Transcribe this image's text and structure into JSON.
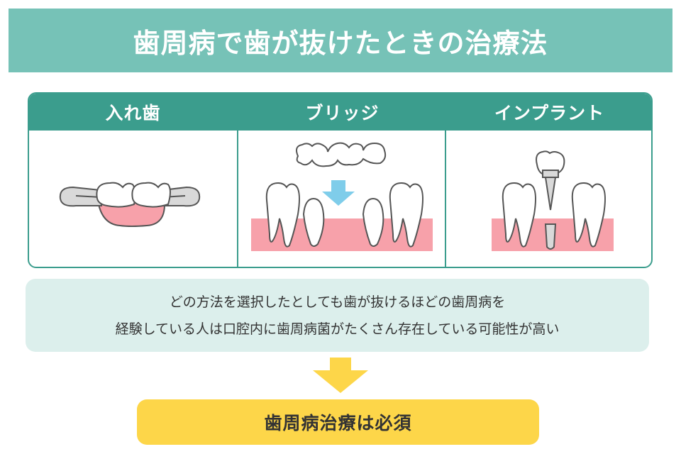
{
  "title": "歯周病で歯が抜けたときの治療法",
  "treatments": [
    {
      "label": "入れ歯"
    },
    {
      "label": "ブリッジ"
    },
    {
      "label": "インプラント"
    }
  ],
  "note": {
    "line1": "どの方法を選択したとしても歯が抜けるほどの歯周病を",
    "line2": "経験している人は口腔内に歯周病菌がたくさん存在している可能性が高い"
  },
  "conclusion": "歯周病治療は必須",
  "colors": {
    "banner": "#76c2b7",
    "header": "#3b9d8d",
    "gum": "#f7a1aa",
    "arrow_blue": "#7fcdea",
    "arrow_yellow": "#fdd649",
    "note_bg": "#dcefec"
  }
}
